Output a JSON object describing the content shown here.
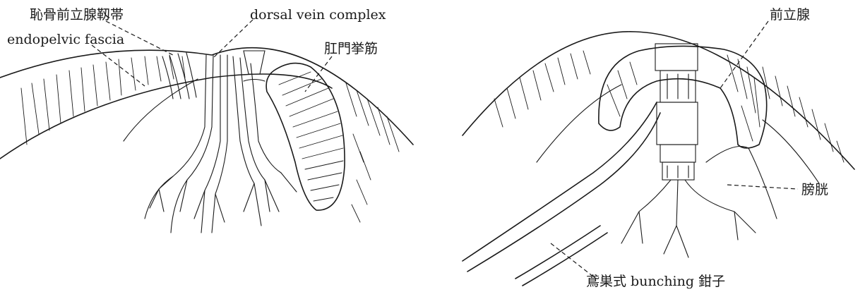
{
  "left_figure": {
    "labels": {
      "puboprostatic": "恥骨前立腺靱帯",
      "endopelvic": "endopelvic fascia",
      "dvc": "dorsal vein complex",
      "levator": "肛門挙筋"
    }
  },
  "right_figure": {
    "labels": {
      "prostate": "前立腺",
      "bladder": "膀胱",
      "clamp": "鳶巣式 bunching 鉗子"
    }
  }
}
